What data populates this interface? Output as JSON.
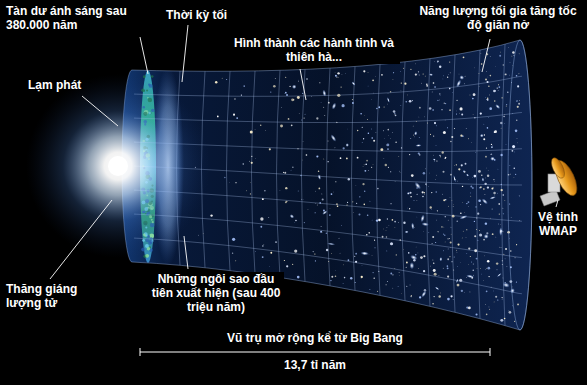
{
  "diagram": {
    "labels": [
      "Tàn dư ánh sáng sau 380.000 năm",
      "Thời kỳ tối",
      "Năng lượng tối gia tăng tốc độ giãn nở",
      "Lạm phát",
      "Hình thành các hành tinh và thiên hà...",
      "Vệ tinh WMAP",
      "Thăng giáng lượng tử",
      "Những ngôi sao đầu tiên xuất hiện (sau 400 triệu năm)",
      "Vũ trụ mở rộng kể từ Big Bang",
      "13,7 tỉ năm"
    ]
  }
}
